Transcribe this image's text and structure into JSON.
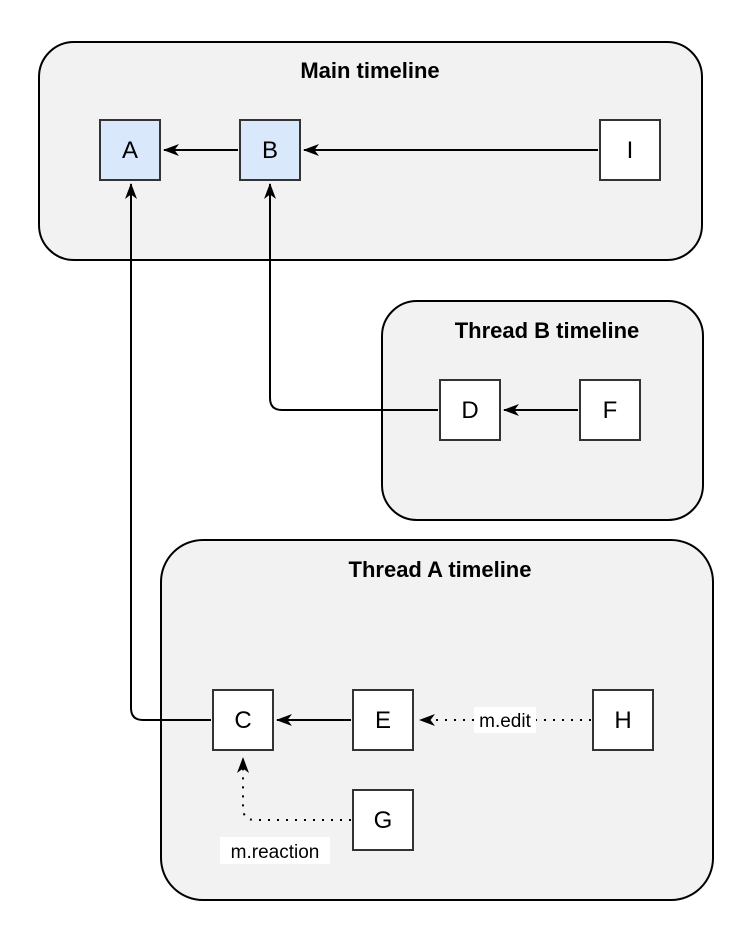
{
  "containers": {
    "main": {
      "title": "Main timeline"
    },
    "thread_b": {
      "title": "Thread B timeline"
    },
    "thread_a": {
      "title": "Thread A timeline"
    }
  },
  "nodes": {
    "a": {
      "label": "A"
    },
    "b": {
      "label": "B"
    },
    "i": {
      "label": "I"
    },
    "d": {
      "label": "D"
    },
    "f": {
      "label": "F"
    },
    "c": {
      "label": "C"
    },
    "e": {
      "label": "E"
    },
    "h": {
      "label": "H"
    },
    "g": {
      "label": "G"
    }
  },
  "edge_labels": {
    "edit": "m.edit",
    "reaction": "m.reaction"
  },
  "colors": {
    "container_fill": "#f2f2f2",
    "container_stroke": "#000000",
    "node_fill": "#ffffff",
    "node_highlight_fill": "#dae8fc",
    "node_stroke": "#333333",
    "edge_stroke": "#000000",
    "label_bg": "#ffffff"
  }
}
